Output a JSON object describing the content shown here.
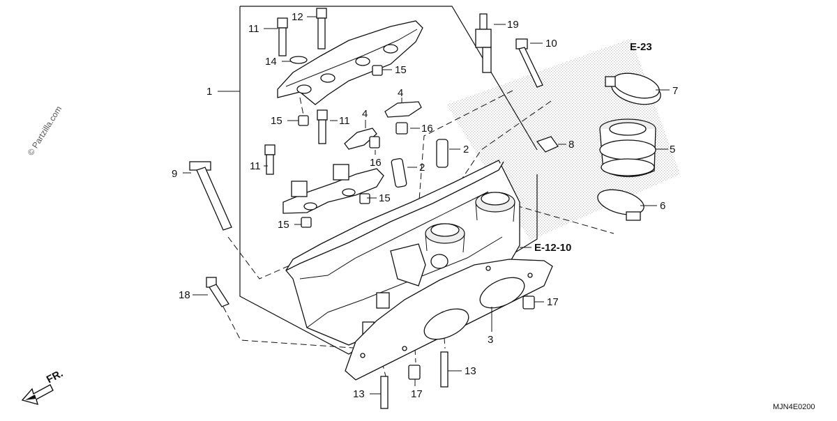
{
  "watermark": "© Partzilla.com",
  "diagram_code": "MJN4E0200",
  "direction_label": "FR.",
  "references": [
    "E-23",
    "E-12-10"
  ],
  "callouts": [
    {
      "id": "c11a",
      "label": "11"
    },
    {
      "id": "c12",
      "label": "12"
    },
    {
      "id": "c19",
      "label": "19"
    },
    {
      "id": "c10",
      "label": "10"
    },
    {
      "id": "c14",
      "label": "14"
    },
    {
      "id": "c15a",
      "label": "15"
    },
    {
      "id": "c1",
      "label": "1"
    },
    {
      "id": "c4a",
      "label": "4"
    },
    {
      "id": "c15b",
      "label": "15"
    },
    {
      "id": "c11b",
      "label": "11"
    },
    {
      "id": "c4b",
      "label": "4"
    },
    {
      "id": "c16a",
      "label": "16"
    },
    {
      "id": "c2a",
      "label": "2"
    },
    {
      "id": "c7",
      "label": "7"
    },
    {
      "id": "c8",
      "label": "8"
    },
    {
      "id": "c5",
      "label": "5"
    },
    {
      "id": "c11c",
      "label": "11"
    },
    {
      "id": "c16b",
      "label": "16"
    },
    {
      "id": "c2b",
      "label": "2"
    },
    {
      "id": "c9",
      "label": "9"
    },
    {
      "id": "c15c",
      "label": "15"
    },
    {
      "id": "c6",
      "label": "6"
    },
    {
      "id": "c15d",
      "label": "15"
    },
    {
      "id": "c18",
      "label": "18"
    },
    {
      "id": "c17a",
      "label": "17"
    },
    {
      "id": "c3",
      "label": "3"
    },
    {
      "id": "c13a",
      "label": "13"
    },
    {
      "id": "c13b",
      "label": "13"
    },
    {
      "id": "c17b",
      "label": "17"
    }
  ]
}
